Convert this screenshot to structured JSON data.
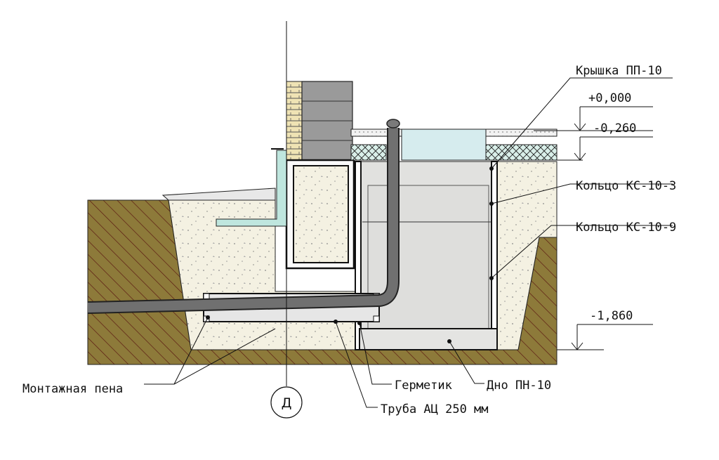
{
  "labels": {
    "cover": "Крышка ПП-10",
    "ring_top": "Кольцо КС-10-3",
    "ring_bottom": "Кольцо КС-10-9",
    "foam": "Монтажная пена",
    "sealant": "Герметик",
    "bottom_slab": "Дно ПН-10",
    "pipe": "Труба АЦ 250 мм"
  },
  "levels": {
    "zero": "+0,000",
    "floor": "-0,260",
    "bottom": "-1,860"
  },
  "axis_mark": "Д",
  "colors": {
    "soil": "#8d7a3a",
    "soil_hatch": "#5c1a12",
    "concrete": "#f4f1e2",
    "well": "#e1e1df",
    "wall_block": "#9a9a9a",
    "brick": "#efe3b4",
    "pipe": "#6f6f6f",
    "insulation": "#d9efe9",
    "cover_glass": "#d6ecee"
  }
}
